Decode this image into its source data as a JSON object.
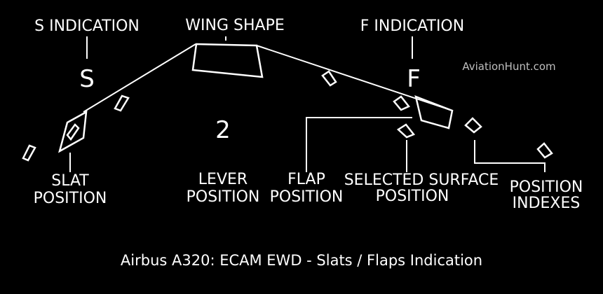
{
  "labels": {
    "s_indication": "S INDICATION",
    "wing_shape": "WING SHAPE",
    "f_indication": "F INDICATION",
    "slat_position": [
      "SLAT",
      "POSITION"
    ],
    "lever_position": [
      "LEVER",
      "POSITION"
    ],
    "flap_position": [
      "FLAP",
      "POSITION"
    ],
    "selected_surface_position": [
      "SELECTED SURFACE",
      "POSITION"
    ],
    "position_indexes": [
      "POSITION",
      "INDEXES"
    ]
  },
  "indications": {
    "slat_letter": "S",
    "flap_letter": "F",
    "lever_value": "2"
  },
  "watermark": "AviationHunt.com",
  "caption": "Airbus A320: ECAM EWD - Slats / Flaps Indication",
  "colors": {
    "background": "#000000",
    "foreground": "#ffffff",
    "watermark": "#bfbfbf"
  }
}
